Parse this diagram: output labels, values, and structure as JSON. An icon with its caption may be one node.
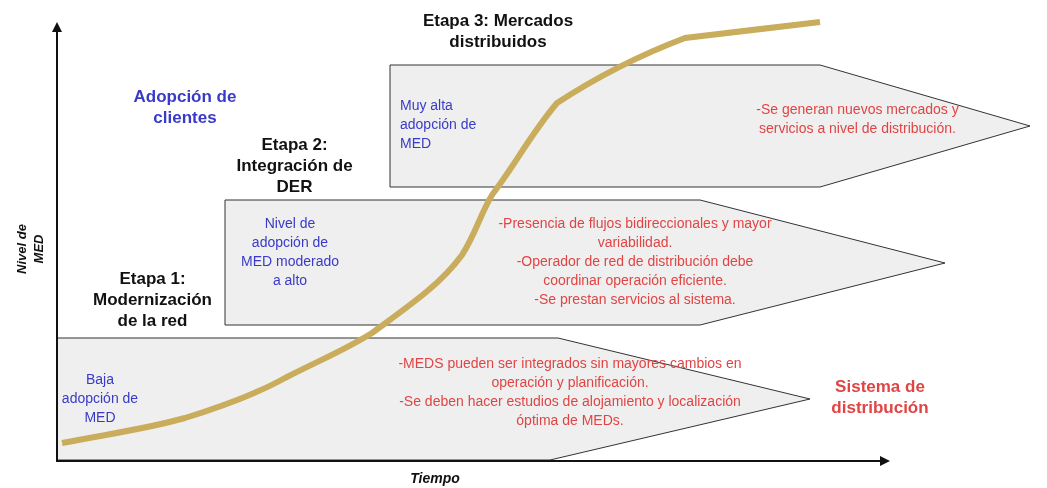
{
  "diagram": {
    "nodes": [
      {
        "text": [
          "Etapa 1: Modernización de la red",
          "Baja adopción de MED",
          "-MEDS pueden ser integrados sin mayores cambios en operación y planificación.",
          "-Se deben hacer estudios de alojamiento y localización óptima de MEDs."
        ]
      },
      {
        "text": [
          "Etapa 2: Integración de DER",
          "Nivel de adopción de MED moderado a alto",
          "-Presencia de flujos bidireccionales y mayor variabilidad.",
          "-Operador de red de distribución debe coordinar operación eficiente.",
          "-Se prestan servicios al sistema."
        ]
      },
      {
        "text": [
          "Etapa 3: Mercados distribuidos",
          "Muy alta adopción de MED",
          "-Se generan nuevos mercados y servicios a nivel de distribución."
        ]
      }
    ],
    "labels": [
      "Adopción de clientes",
      "Nivel de MED",
      "Sistema de distribución",
      "Tiempo"
    ]
  }
}
